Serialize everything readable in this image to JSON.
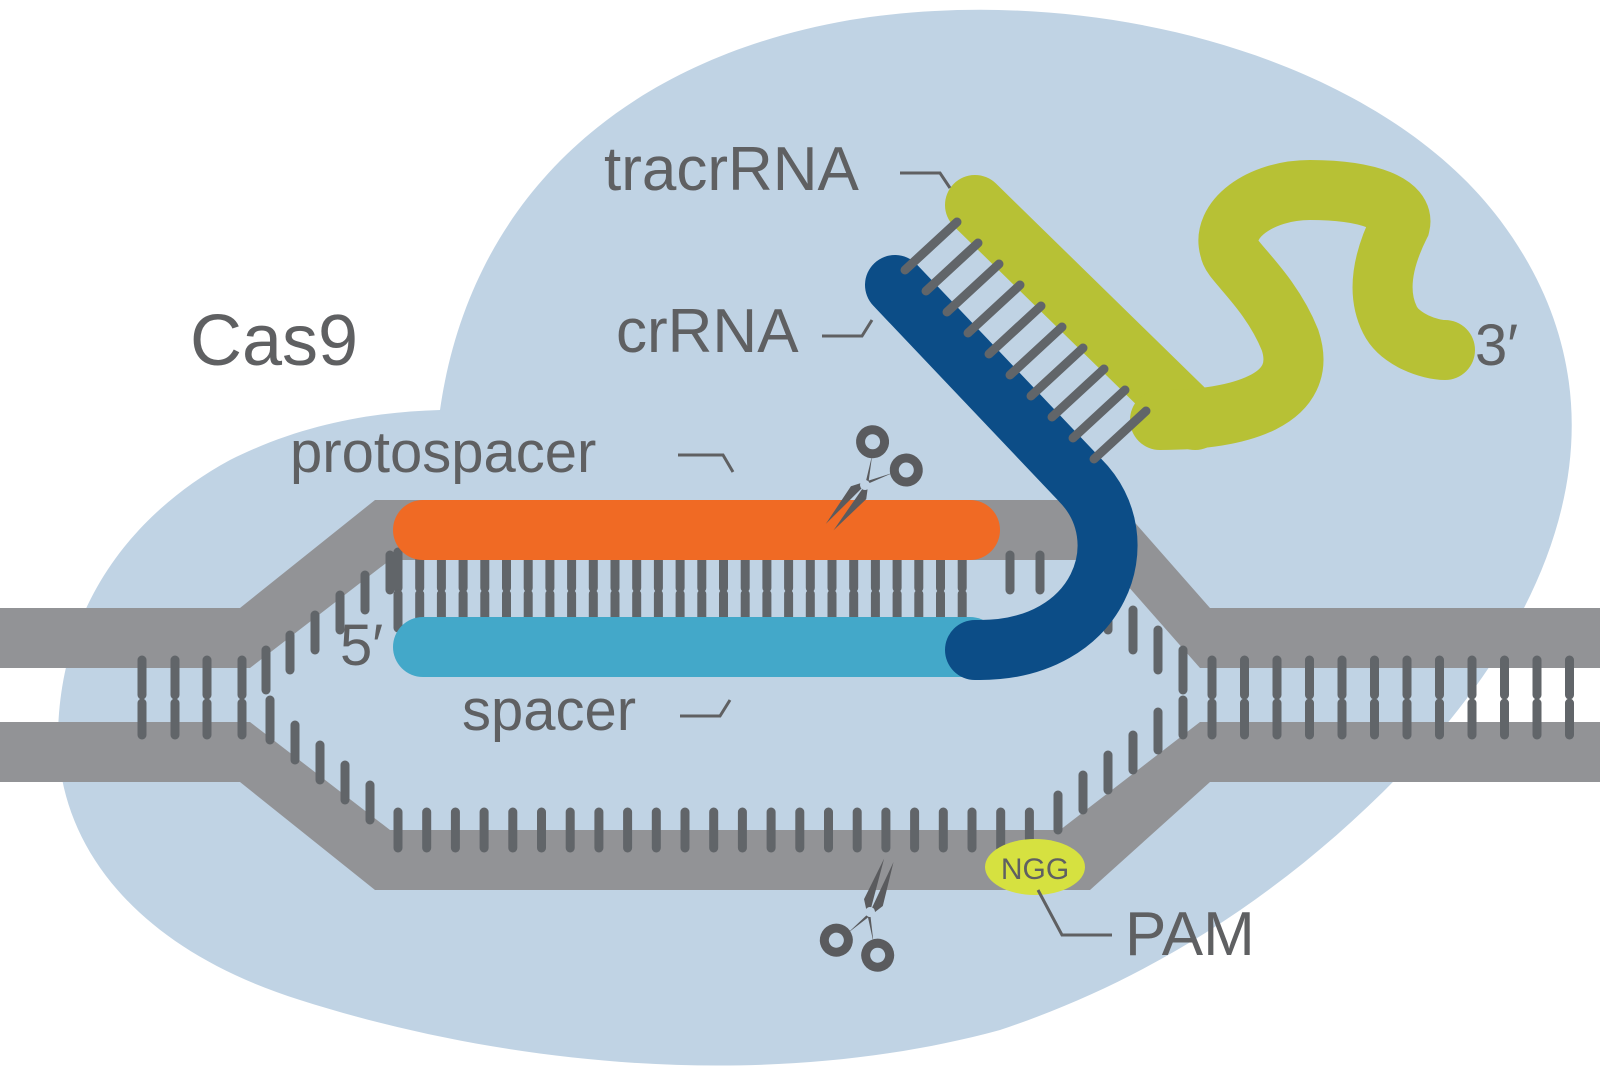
{
  "diagram": {
    "title": "CRISPR-Cas9 complex",
    "labels": {
      "cas9": "Cas9",
      "tracrrna": "tracrRNA",
      "crrna": "crRNA",
      "protospacer": "protospacer",
      "spacer": "spacer",
      "five_prime": "5′",
      "three_prime": "3′",
      "pam_sequence": "NGG",
      "pam": "PAM"
    },
    "colors": {
      "cas9_body": "#c0d3e4",
      "dna_backbone": "#929396",
      "base_pair": "#616569",
      "protospacer": "#f06a24",
      "spacer": "#43a8c9",
      "crrna": "#0c4d87",
      "tracrrna": "#b7c135",
      "pam": "#d6e140",
      "text": "#5f6062"
    },
    "icons": [
      "scissors-icon-top-strand",
      "scissors-icon-bottom-strand"
    ]
  }
}
